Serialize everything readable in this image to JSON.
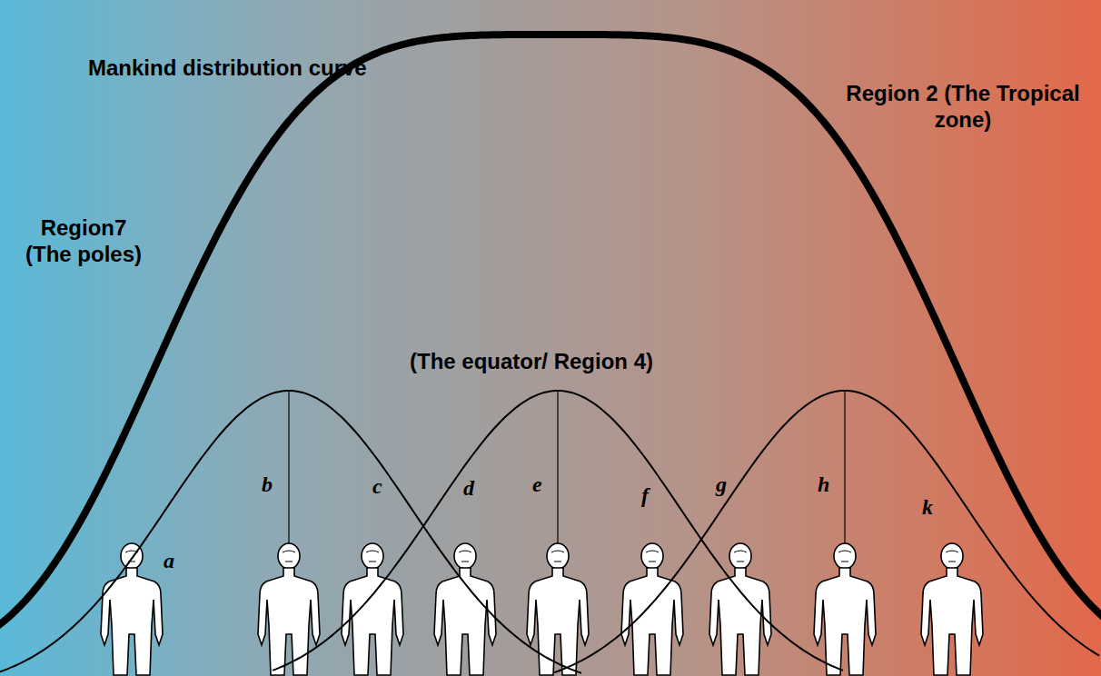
{
  "diagram": {
    "labels": [
      "Mankind distribution curve",
      "Region 2 (The Tropical zone)",
      "Region7 (The poles)",
      "(The equator/ Region 4)",
      "a",
      "b",
      "c",
      "d",
      "e",
      "f",
      "g",
      "h",
      "k"
    ]
  }
}
